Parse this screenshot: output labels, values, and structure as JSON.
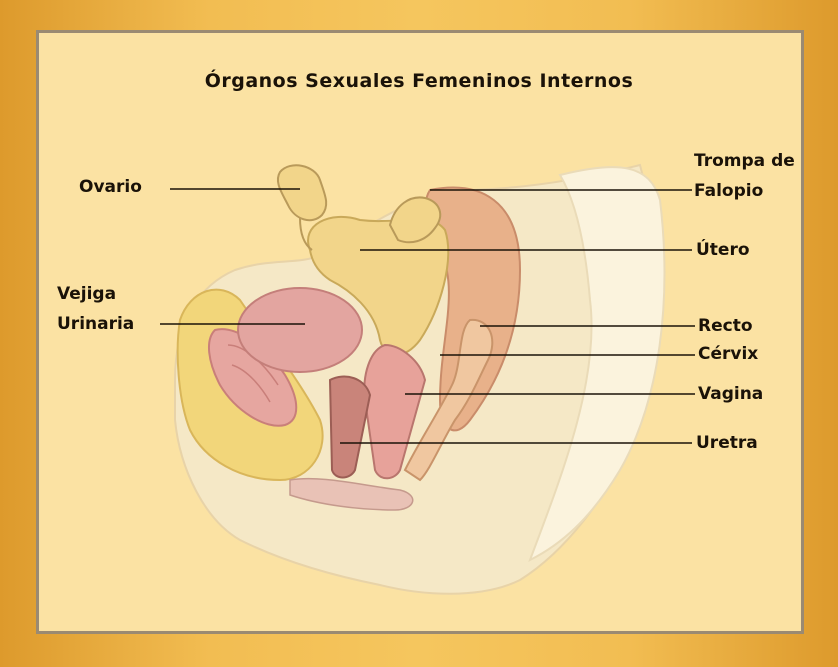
{
  "title": "Órganos Sexuales Femeninos Internos",
  "labels": {
    "ovario": "Ovario",
    "trompa_line1": "Trompa de",
    "trompa_line2": "Falopio",
    "utero": "Útero",
    "vejiga_line1": "Vejiga",
    "vejiga_line2": "Urinaria",
    "recto": "Recto",
    "cervix": "Cérvix",
    "vagina": "Vagina",
    "uretra": "Uretra"
  },
  "colors": {
    "background": "#fbe2a3",
    "frame": "#e8a83a",
    "border": "#9a8a72",
    "tissue_light": "#f7e8c4",
    "tissue_pink": "#e8a9a0",
    "uterus": "#f2d58a",
    "bladder": "#e3a5a0"
  }
}
